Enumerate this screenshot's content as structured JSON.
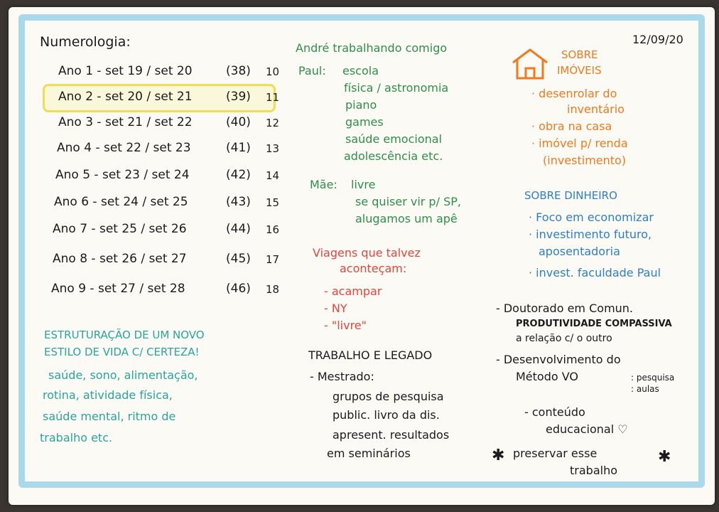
{
  "date": "12/09/20",
  "numerologia": {
    "title": "Numerologia:",
    "rows": [
      {
        "label": "Ano 1 - set 19 / set 20",
        "age": "(38)",
        "n": "10"
      },
      {
        "label": "Ano 2 - set 20 / set 21",
        "age": "(39)",
        "n": "11"
      },
      {
        "label": "Ano 3 - set 21 / set 22",
        "age": "(40)",
        "n": "12"
      },
      {
        "label": "Ano 4 - set 22 / set 23",
        "age": "(41)",
        "n": "13"
      },
      {
        "label": "Ano 5 - set 23 / set 24",
        "age": "(42)",
        "n": "14"
      },
      {
        "label": "Ano 6 - set 24 / set 25",
        "age": "(43)",
        "n": "15"
      },
      {
        "label": "Ano 7 - set 25 / set 26",
        "age": "(44)",
        "n": "16"
      },
      {
        "label": "Ano 8 - set 26 / set 27",
        "age": "(45)",
        "n": "17"
      },
      {
        "label": "Ano 9 - set 27 / set 28",
        "age": "(46)",
        "n": "18"
      }
    ]
  },
  "estilo": {
    "title_1": "ESTRUTURAÇÃO DE UM NOVO",
    "title_2": "ESTILO DE VIDA C/ CERTEZA!",
    "lines": [
      "saúde, sono, alimentação,",
      "rotina, atividade física,",
      "saúde mental, ritmo de",
      "trabalho etc."
    ]
  },
  "andre": {
    "title": "André trabalhando comigo",
    "paul_label": "Paul:",
    "paul_items": [
      "escola",
      "física / astronomia",
      "piano",
      "games",
      "saúde emocional",
      "adolescência etc."
    ],
    "mae_label": "Mãe:",
    "mae_items": [
      "livre",
      "se quiser vir p/ SP,",
      "alugamos um apê"
    ]
  },
  "viagens": {
    "title_1": "Viagens que talvez",
    "title_2": "aconteçam:",
    "items": [
      "- acampar",
      "- NY",
      "- \"livre\""
    ]
  },
  "trabalho": {
    "title": "TRABALHO E LEGADO",
    "mestrado": "- Mestrado:",
    "lines": [
      "grupos de pesquisa",
      "public. livro da dis.",
      "apresent. resultados",
      "em seminários"
    ]
  },
  "imoveis": {
    "title_1": "SOBRE",
    "title_2": "IMÓVEIS",
    "items": [
      "· desenrolar do",
      "inventário",
      "· obra na casa",
      "· imóvel p/ renda",
      "(investimento)"
    ]
  },
  "dinheiro": {
    "title": "SOBRE DINHEIRO",
    "items": [
      "· Foco em economizar",
      "· investimento futuro,",
      "aposentadoria",
      "· invest. faculdade Paul"
    ]
  },
  "doutorado": {
    "line1": "- Doutorado em Comun.",
    "line2": "PRODUTIVIDADE COMPASSIVA",
    "line3": "a relação c/ o outro",
    "metodo_1": "- Desenvolvimento do",
    "metodo_2": "Método VO",
    "side_1": ": pesquisa",
    "side_2": ": aulas",
    "conteudo_1": "- conteúdo",
    "conteudo_2": "educacional ♡",
    "preservar_1": "preservar esse",
    "preservar_2": "trabalho"
  }
}
